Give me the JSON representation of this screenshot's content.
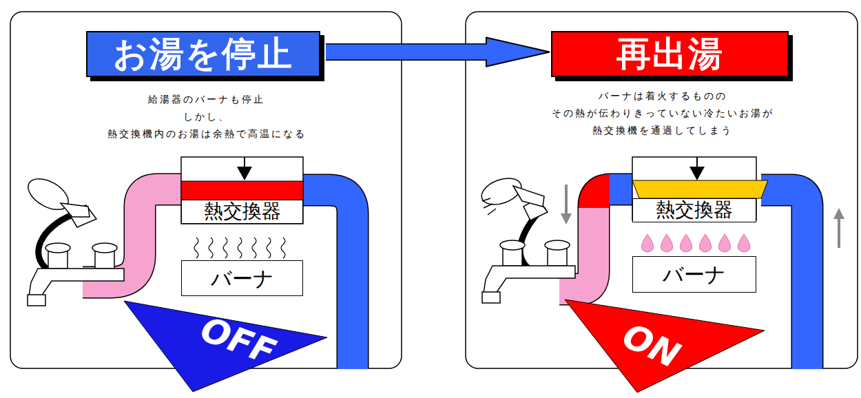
{
  "diagram": {
    "nodes": [
      {
        "text": [
          "お湯を停止"
        ]
      },
      {
        "text": [
          "熱交換器"
        ]
      },
      {
        "text": [
          "バーナ"
        ]
      },
      {
        "text": [
          "OFF"
        ]
      },
      {
        "text": [
          "再出湯"
        ]
      },
      {
        "text": [
          "熱交換器"
        ]
      },
      {
        "text": [
          "バーナ"
        ]
      },
      {
        "text": [
          "ON"
        ]
      }
    ],
    "edges": [
      {
        "from": 0,
        "to": 4,
        "arrow": "to"
      }
    ],
    "labels": [
      "給湯器のバーナも停止",
      "しかし、",
      "熱交換機内のお湯は余熱で高温になる",
      "バーナは着火するものの",
      "その熱が伝わりきっていない冷たいお湯が",
      "熱交換機を通過してしまう"
    ]
  }
}
